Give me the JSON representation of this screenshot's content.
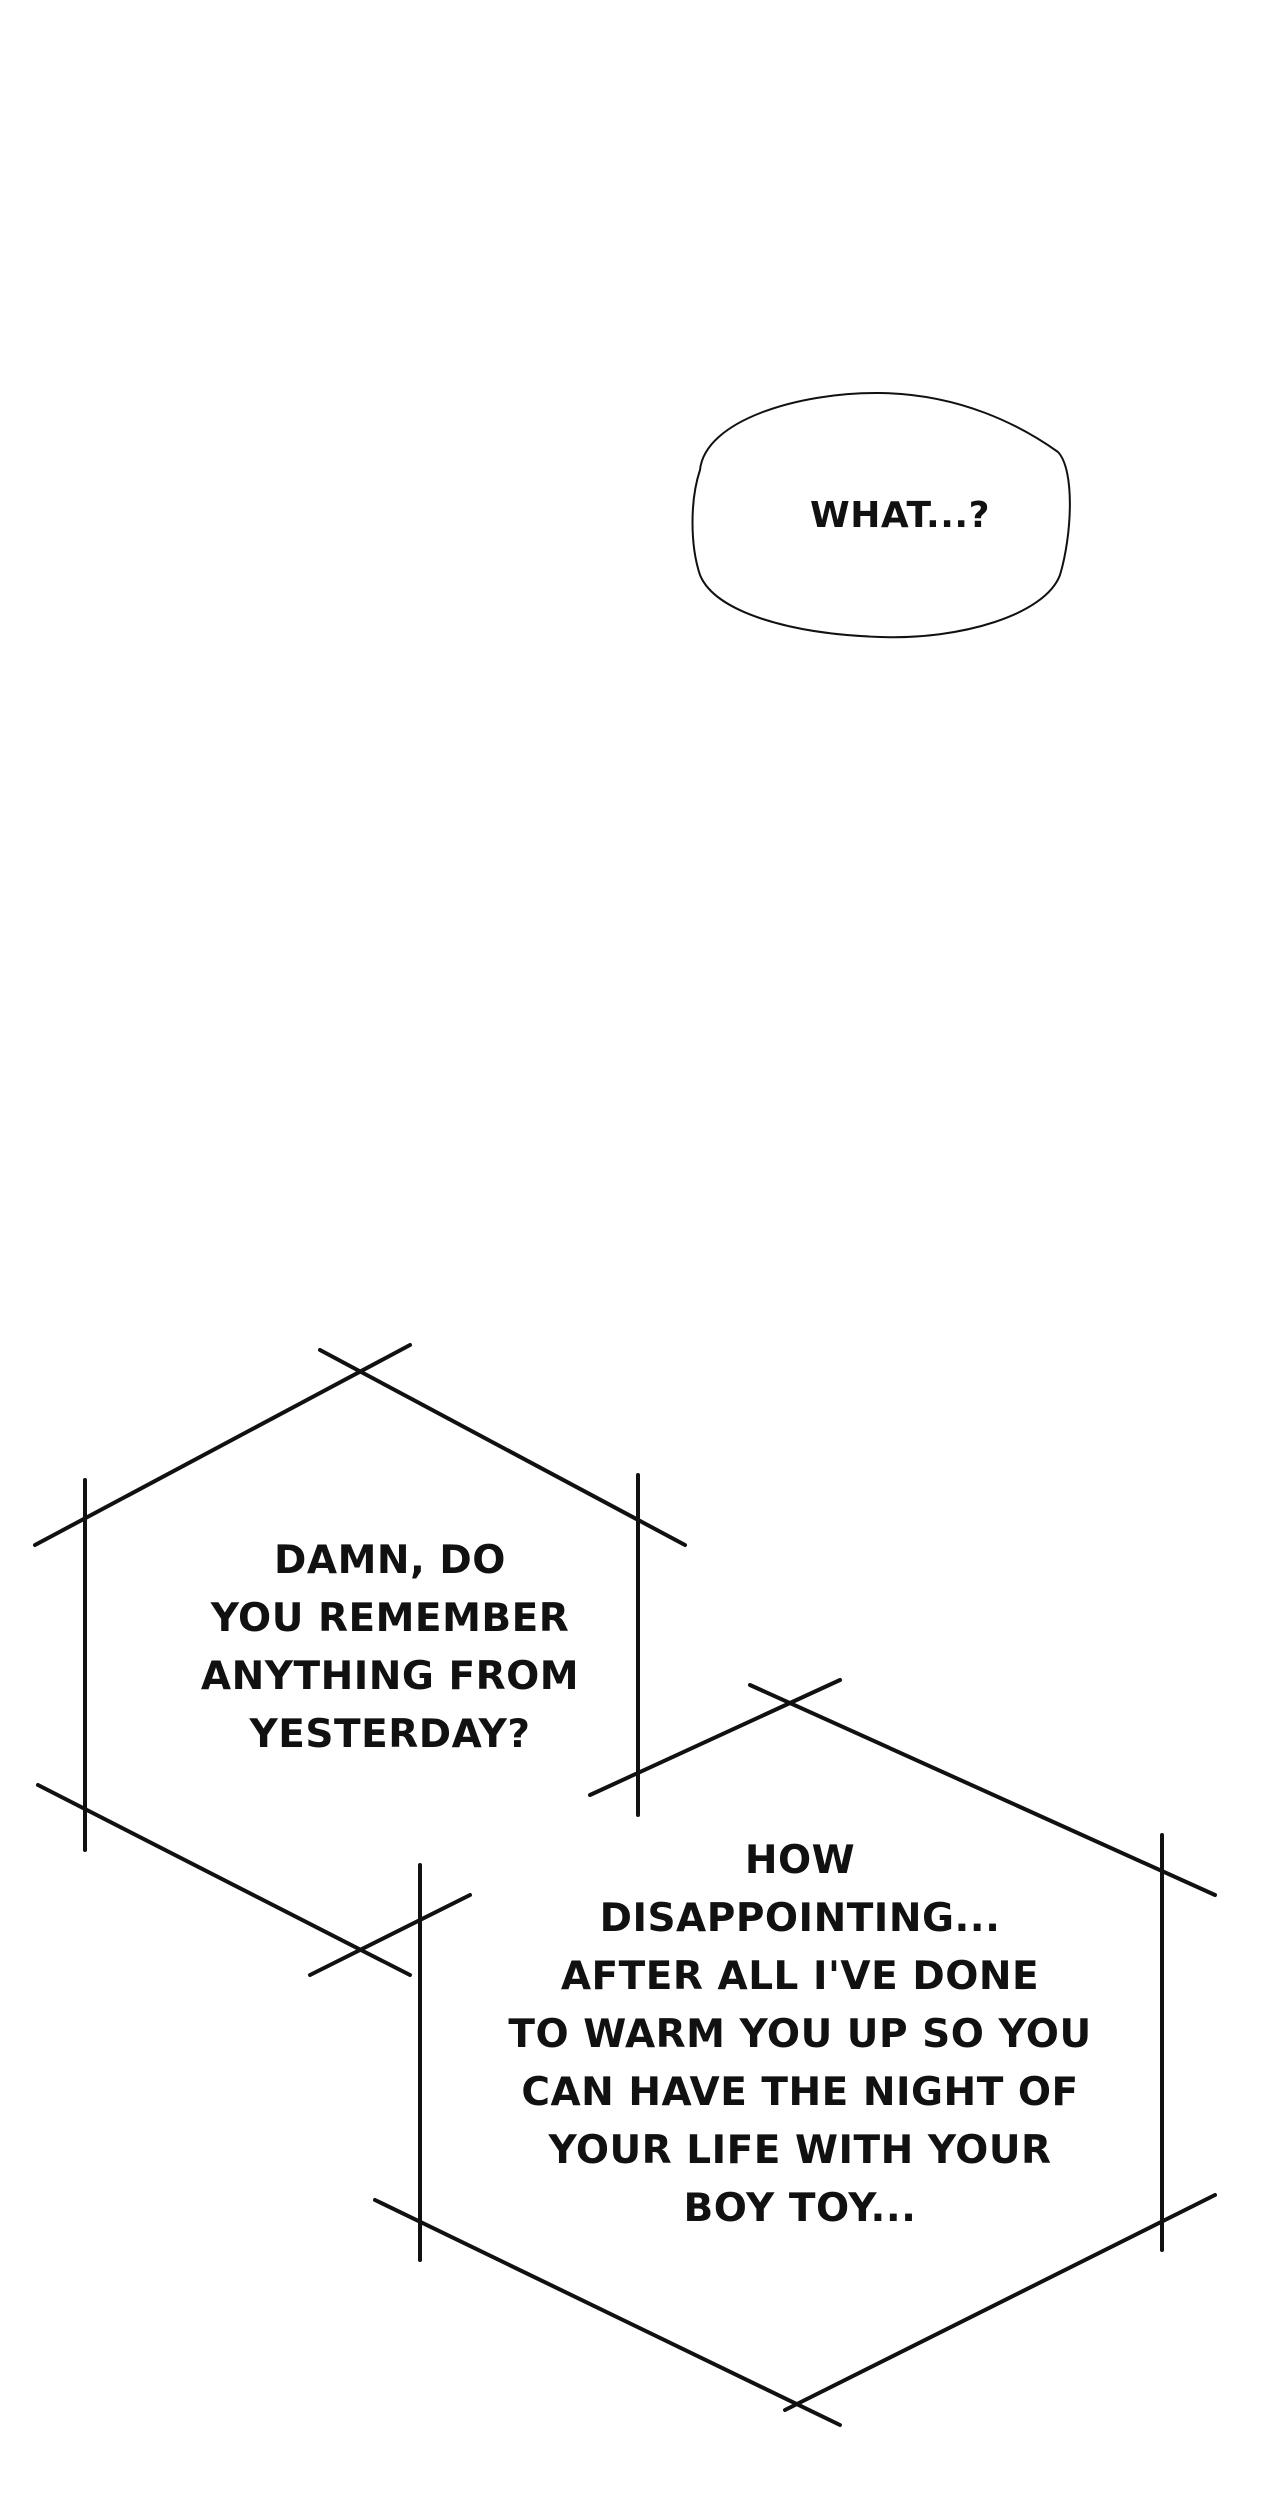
{
  "bubbles": {
    "what": {
      "lines": [
        "WHAT...?"
      ]
    },
    "damn": {
      "lines": [
        "DAMN, DO",
        "YOU REMEMBER",
        "ANYTHING FROM",
        "YESTERDAY?"
      ]
    },
    "how": {
      "lines": [
        "HOW",
        "DISAPPOINTING...",
        "AFTER ALL I'VE DONE",
        "TO WARM YOU UP SO YOU",
        "CAN HAVE THE NIGHT OF",
        "YOUR LIFE WITH YOUR",
        "BOY TOY..."
      ]
    }
  },
  "colors": {
    "background": "#ffffff",
    "ink": "#111111"
  }
}
